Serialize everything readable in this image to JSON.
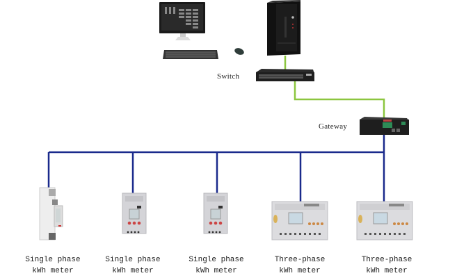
{
  "labels": {
    "switch": "Switch",
    "gateway": "Gateway"
  },
  "meters": [
    {
      "line1": "Single phase",
      "line2": "kWh meter",
      "type": "single-phase-slim"
    },
    {
      "line1": "Single phase",
      "line2": "kWh meter",
      "type": "single-phase"
    },
    {
      "line1": "Single phase",
      "line2": "kWh meter",
      "type": "single-phase"
    },
    {
      "line1": "Three-phase",
      "line2": "kWh meter",
      "type": "three-phase"
    },
    {
      "line1": "Three-phase",
      "line2": "kWh meter",
      "type": "three-phase"
    }
  ],
  "colors": {
    "ethernet_line": "#8cc63f",
    "rs485_bus": "#1a2a8c"
  }
}
